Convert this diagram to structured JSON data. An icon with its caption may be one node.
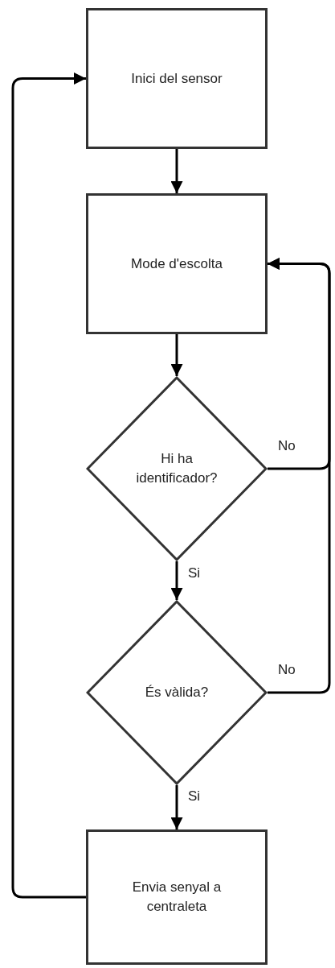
{
  "diagram": {
    "nodes": [
      {
        "text": [
          "Inici del sensor"
        ]
      },
      {
        "text": [
          "Mode d'escolta"
        ]
      },
      {
        "text": [
          "Hi ha identificador?"
        ]
      },
      {
        "text": [
          "És vàlida?"
        ]
      },
      {
        "text": [
          "Envia senyal a centraleta"
        ]
      }
    ],
    "edges": [
      {
        "from": 0,
        "to": 1,
        "arrow": "to"
      },
      {
        "from": 1,
        "to": 2,
        "arrow": "to"
      },
      {
        "from": 2,
        "to": 3,
        "arrow": "to",
        "label": "Si"
      },
      {
        "from": 3,
        "to": 4,
        "arrow": "to",
        "label": "Si"
      },
      {
        "from": 2,
        "to": 1,
        "arrow": "to",
        "label": "No"
      },
      {
        "from": 3,
        "to": 1,
        "arrow": "to",
        "label": "No"
      },
      {
        "from": 4,
        "to": 0,
        "arrow": "to"
      }
    ]
  }
}
